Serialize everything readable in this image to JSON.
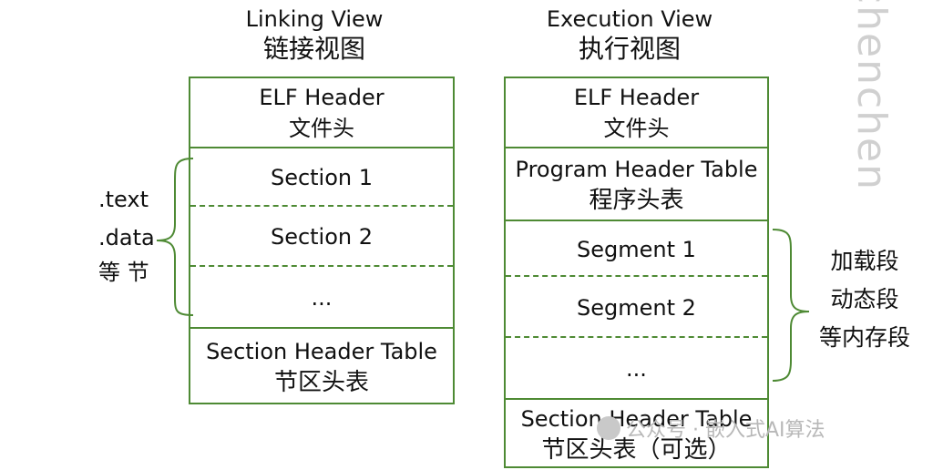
{
  "linking": {
    "title_en": "Linking View",
    "title_zh": "链接视图",
    "elf_en": "ELF Header",
    "elf_zh": "文件头",
    "sec1": "Section 1",
    "sec2": "Section 2",
    "ellipsis": "...",
    "sht_en": "Section Header Table",
    "sht_zh": "节区头表",
    "side_1": ".text",
    "side_2": ".data",
    "side_3": "等 节"
  },
  "execution": {
    "title_en": "Execution View",
    "title_zh": "执行视图",
    "elf_en": "ELF Header",
    "elf_zh": "文件头",
    "pht_en": "Program Header Table",
    "pht_zh": "程序头表",
    "seg1": "Segment 1",
    "seg2": "Segment 2",
    "ellipsis": "...",
    "sht_en": "Section Header Table",
    "sht_zh": "节区头表（可选）",
    "side_1": "加载段",
    "side_2": "动态段",
    "side_3": "等内存段"
  },
  "watermark": {
    "vertical": "chenchen",
    "account": "公众号 · 嵌入式AI算法"
  }
}
